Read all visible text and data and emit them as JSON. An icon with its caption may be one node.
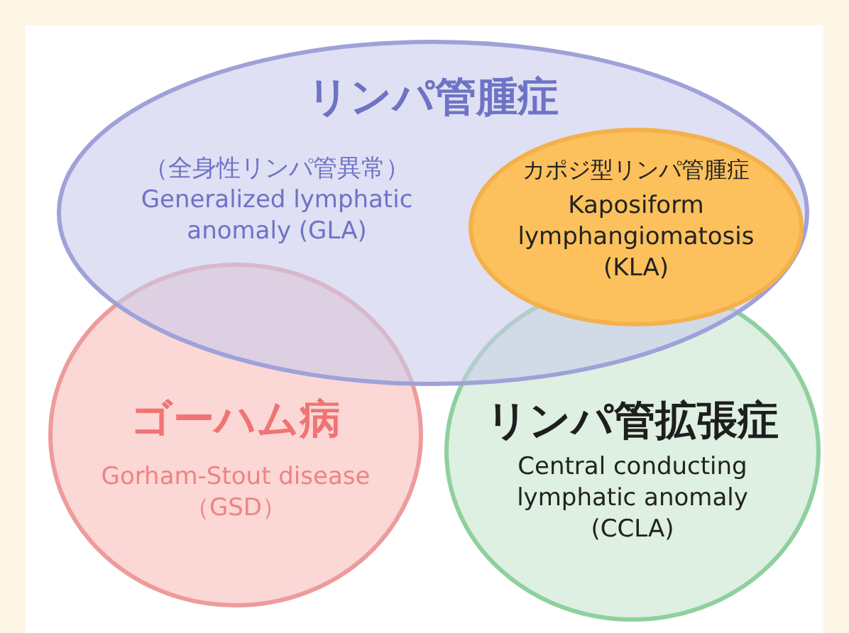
{
  "diagram": {
    "nodes": [
      {
        "text": [
          "リンパ管腫症",
          "（全身性リンパ管異常） Generalized lymphatic anomaly (GLA)"
        ]
      },
      {
        "text": [
          "カポジ型リンパ管腫症",
          "Kaposiform lymphangiomatosis (KLA)"
        ],
        "in": 0
      },
      {
        "text": [
          "ゴーハム病",
          "Gorham-Stout disease（GSD）"
        ]
      },
      {
        "text": [
          "リンパ管拡張症",
          "Central conducting lymphatic anomaly (CCLA)"
        ]
      }
    ]
  }
}
